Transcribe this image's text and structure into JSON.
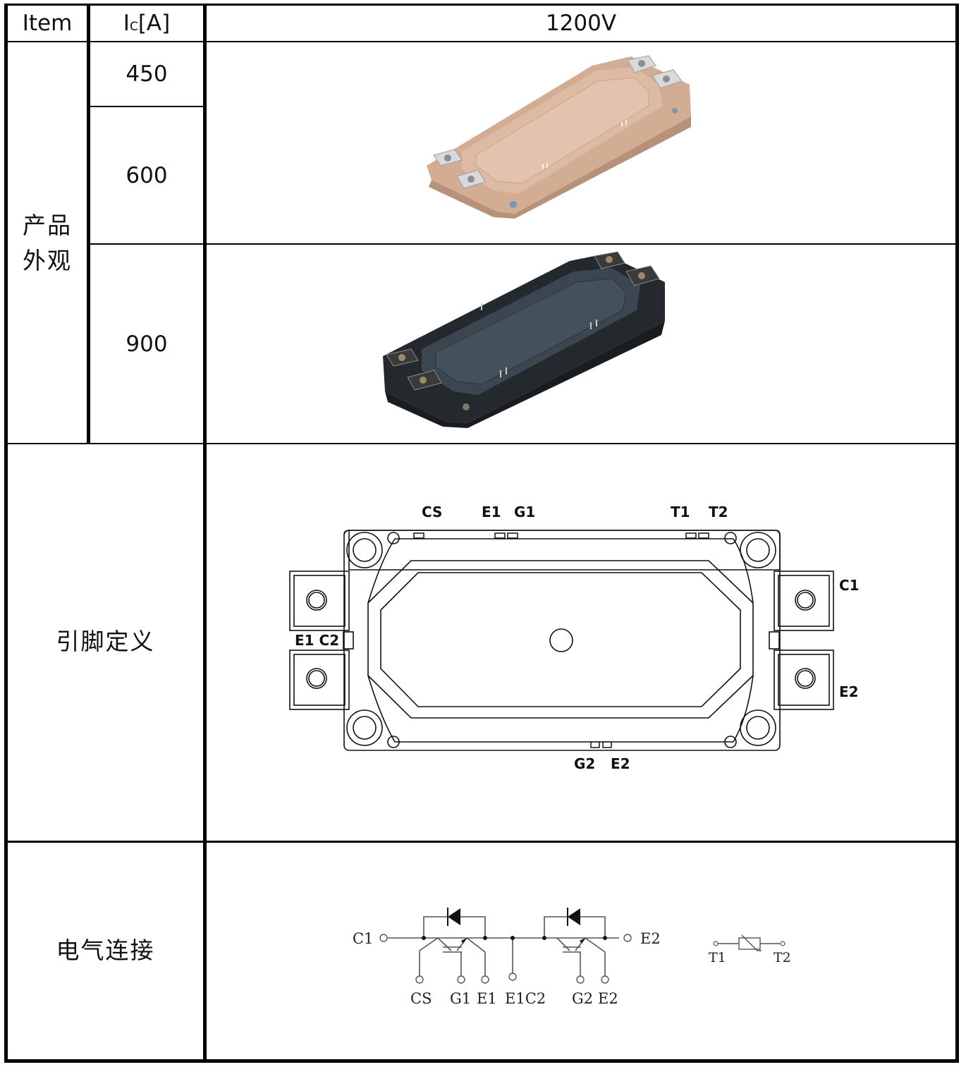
{
  "table": {
    "header": {
      "item": "Item",
      "current_main": "I",
      "current_sub": "C",
      "current_unit": "[A]",
      "voltage": "1200V"
    },
    "rows": {
      "appearance": {
        "label_line1": "产品",
        "label_line2": "外观",
        "ratings": [
          "450",
          "600",
          "900"
        ],
        "images": [
          {
            "name": "product-photo-beige-module",
            "applies_to": "450, 600",
            "color": "#d8b49a"
          },
          {
            "name": "product-photo-black-module",
            "applies_to": "900",
            "color": "#2f353b"
          }
        ]
      },
      "pinout": {
        "label": "引脚定义",
        "pins_top": [
          "CS",
          "E1",
          "G1",
          "T1",
          "T2"
        ],
        "pin_left": "E1 C2",
        "pin_right_top": "C1",
        "pin_right_bottom": "E2",
        "pins_bottom": [
          "G2",
          "E2"
        ]
      },
      "electrical": {
        "label": "电气连接",
        "terminals": {
          "c1": "C1",
          "e2_out": "E2",
          "cs": "CS",
          "g1": "G1",
          "e1": "E1",
          "e1c2": "E1C2",
          "g2": "G2",
          "e2": "E2",
          "t1": "T1",
          "t2": "T2"
        }
      }
    }
  }
}
